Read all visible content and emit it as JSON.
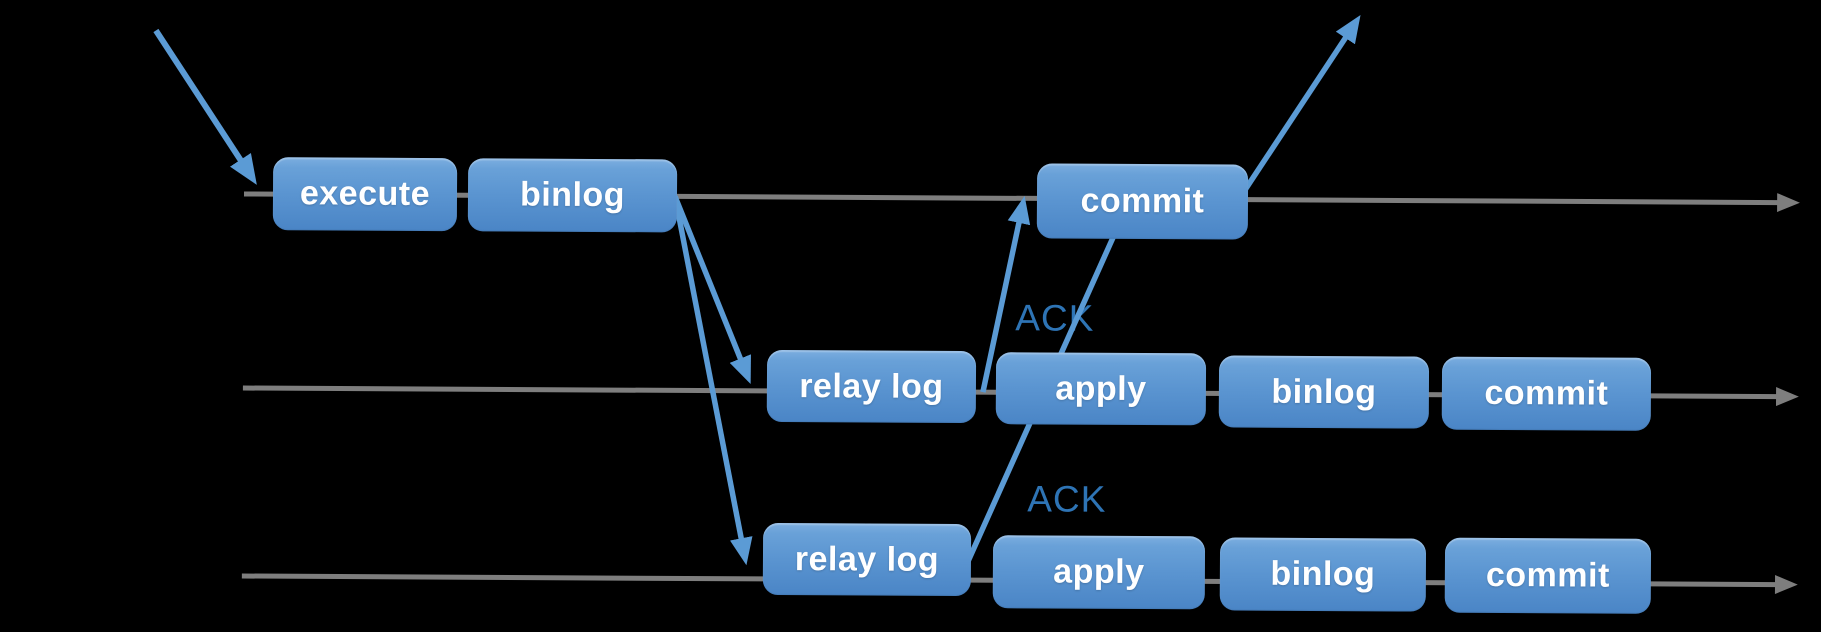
{
  "diagram": {
    "rows": [
      {
        "boxes": [
          "execute",
          "binlog",
          "commit"
        ]
      },
      {
        "boxes": [
          "relay log",
          "apply",
          "binlog",
          "commit"
        ]
      },
      {
        "boxes": [
          "relay log",
          "apply",
          "binlog",
          "commit"
        ]
      }
    ],
    "ack_labels": [
      "ACK",
      "ACK"
    ],
    "colors": {
      "background": "#000000",
      "box_gradient_top": "#7CAEE0",
      "box_gradient_bottom": "#4A85C6",
      "box_text": "#FFFFFF",
      "timeline": "#7E7E7E",
      "arrow": "#5B9BD5",
      "ack_text": "#2E74B5"
    }
  }
}
